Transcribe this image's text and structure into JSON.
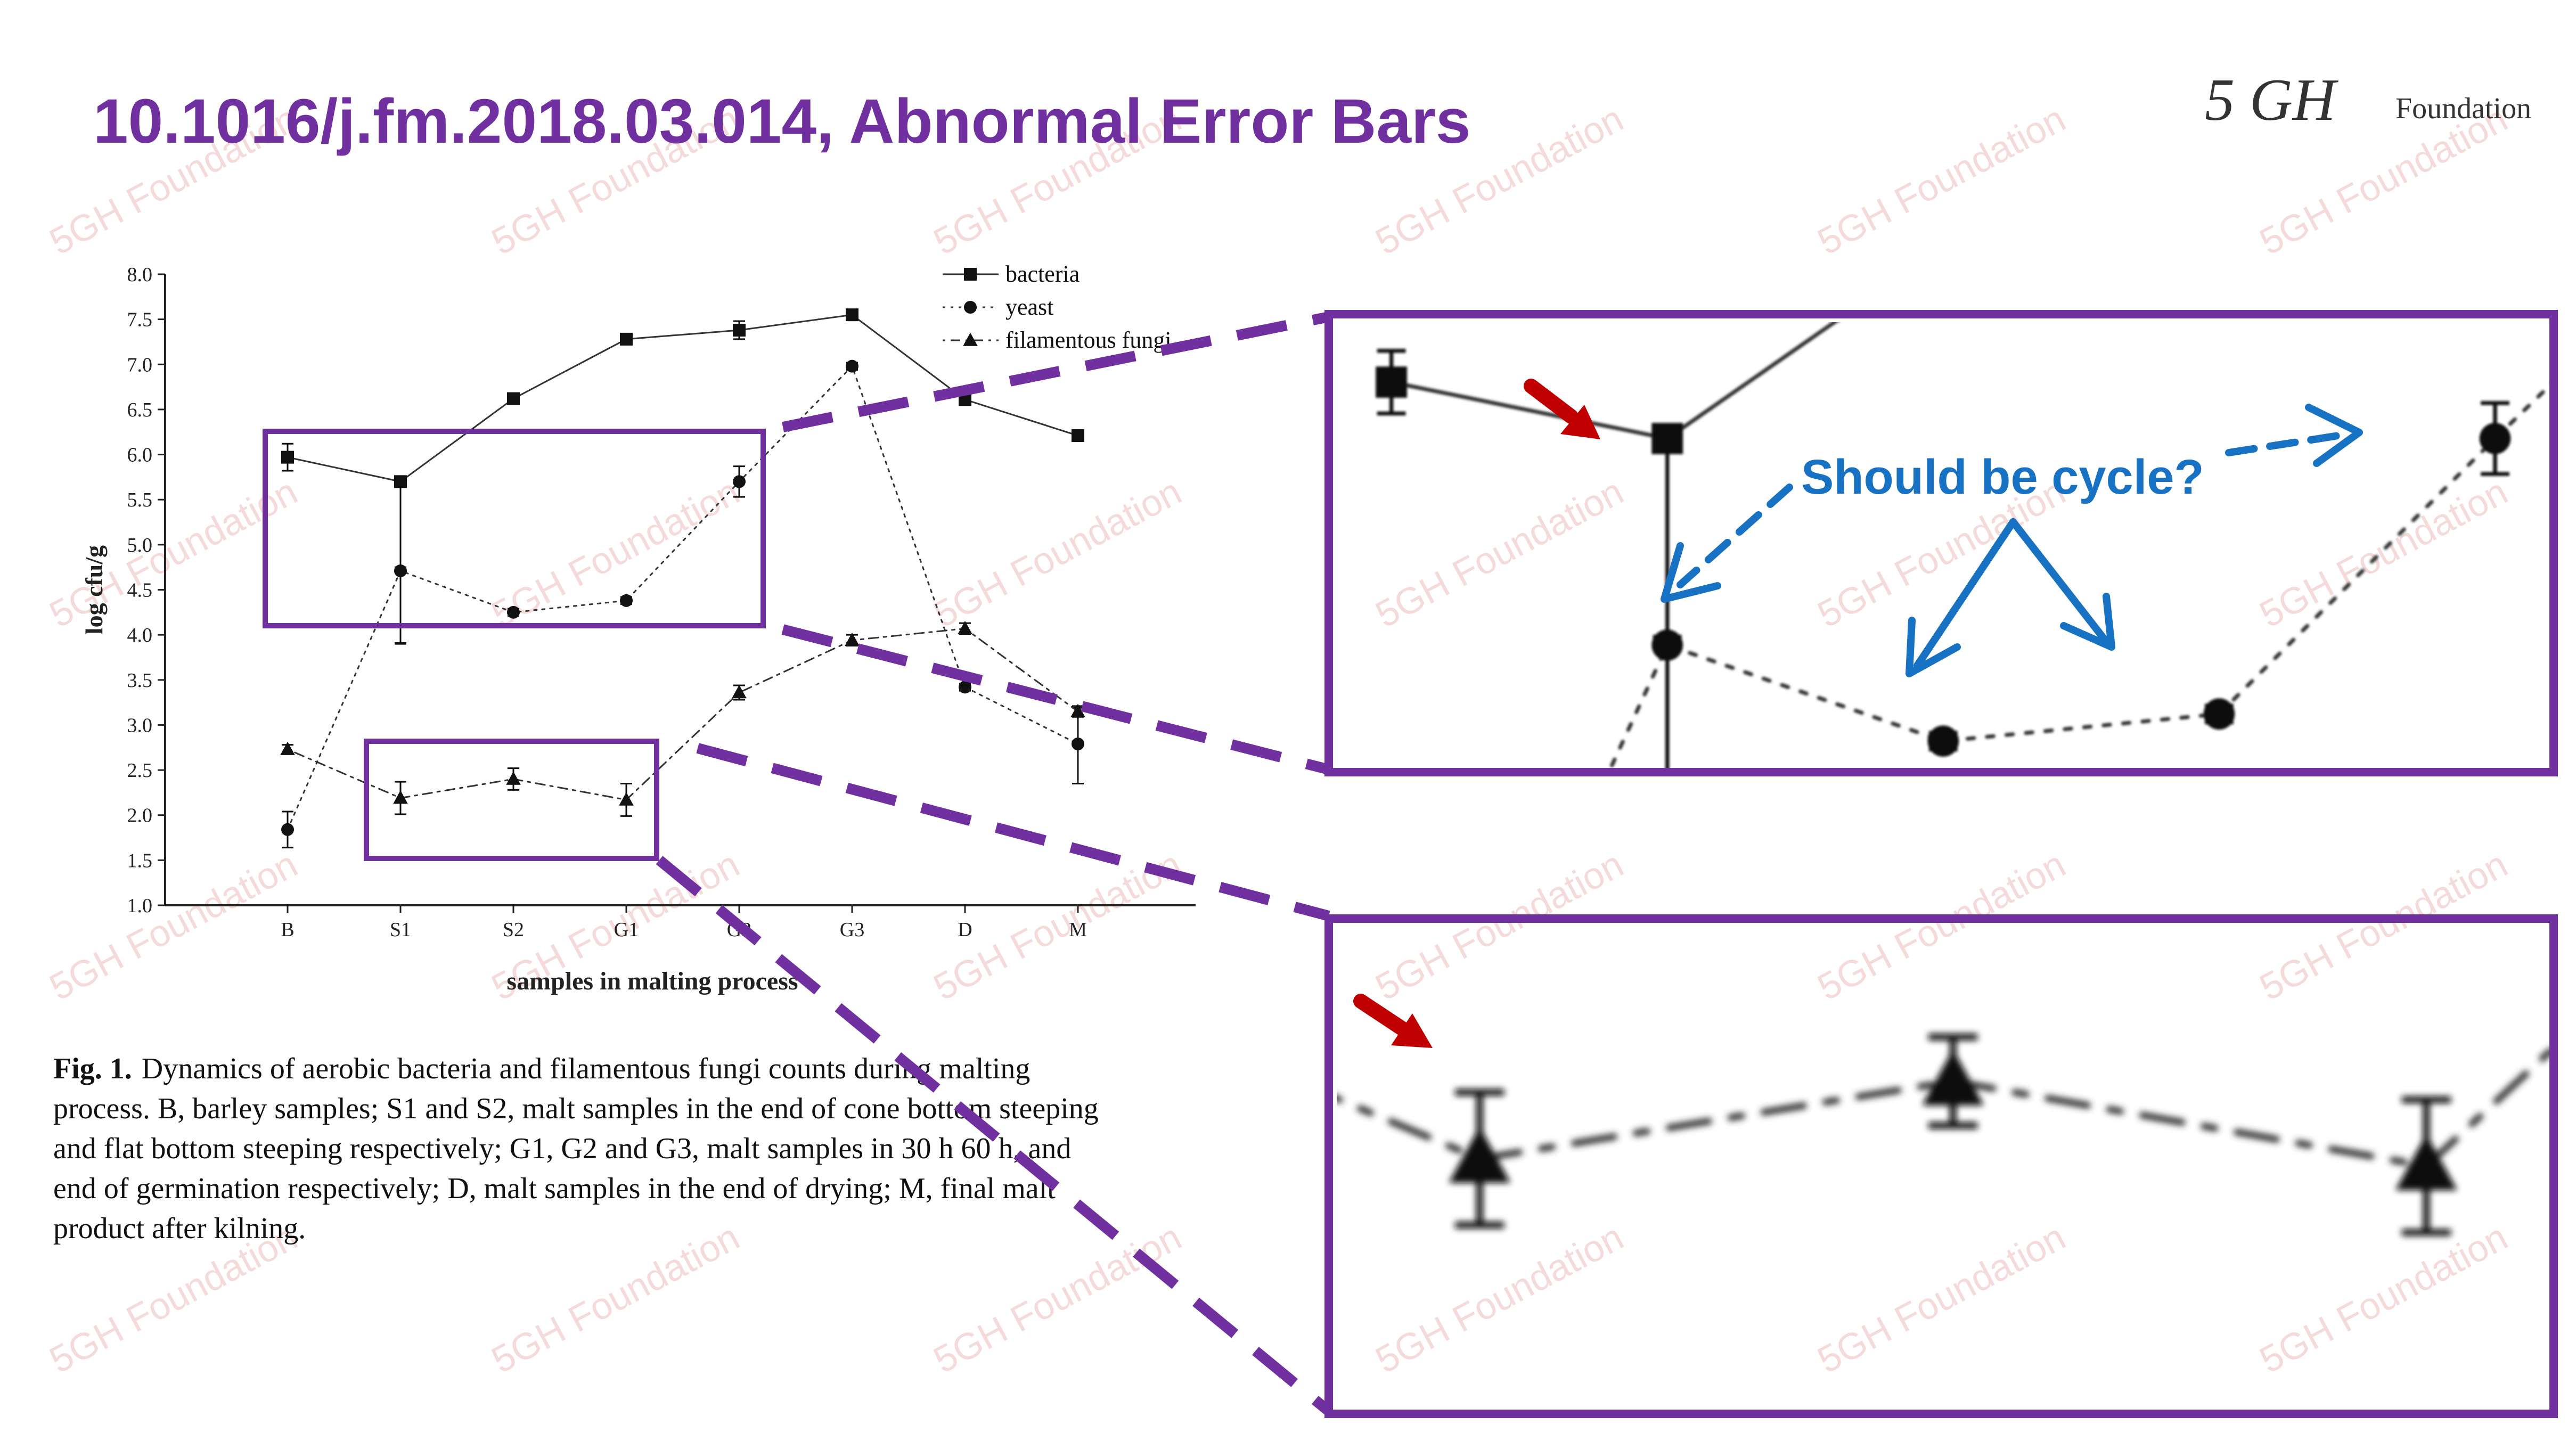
{
  "slide": {
    "title": "10.1016/j.fm.2018.03.014, Abnormal Error Bars",
    "logo_text": "5 GH",
    "logo_sub": "Foundation",
    "watermark": "5GH Foundation",
    "annotation": "Should be cycle?",
    "accent_color": "#7030a0",
    "annotation_color": "#1872c4",
    "arrow_color": "#c00000"
  },
  "caption": {
    "lead": "Fig. 1.",
    "lines": [
      "Dynamics of aerobic bacteria and filamentous fungi counts during malting",
      "process. B, barley samples; S1 and S2, malt samples in the end of cone bottom steeping",
      "and flat bottom steeping respectively; G1, G2 and G3, malt samples in 30 h 60 h, and",
      "end of germination respectively; D, malt samples in the end of drying; M, final malt",
      "product after kilning."
    ]
  },
  "chart_data": {
    "type": "line",
    "categories": [
      "B",
      "S1",
      "S2",
      "G1",
      "G2",
      "G3",
      "D",
      "M"
    ],
    "xlabel": "samples in malting process",
    "ylabel": "log cfu/g",
    "ylim": [
      1.0,
      8.0
    ],
    "yticks": [
      "1.0",
      "1.5",
      "2.0",
      "2.5",
      "3.0",
      "3.5",
      "4.0",
      "4.5",
      "5.0",
      "5.5",
      "6.0",
      "6.5",
      "7.0",
      "7.5",
      "8.0"
    ],
    "legend_position": "top-right",
    "grid": false,
    "series": [
      {
        "name": "bacteria",
        "marker": "square",
        "line": "solid",
        "values": [
          5.97,
          5.7,
          6.62,
          7.28,
          7.38,
          7.55,
          6.61,
          6.21
        ],
        "err_up": [
          0.15,
          0.05,
          0.04,
          0.04,
          0.1,
          0.04,
          0.04,
          0.04
        ],
        "err_down": [
          0.15,
          1.8,
          0.04,
          0.04,
          0.1,
          0.04,
          0.04,
          0.04
        ]
      },
      {
        "name": "yeast",
        "marker": "circle",
        "line": "dotted",
        "values": [
          1.84,
          4.71,
          4.25,
          4.38,
          5.7,
          6.98,
          3.42,
          2.79
        ],
        "err_up": [
          0.2,
          0.04,
          0.04,
          0.04,
          0.17,
          0.04,
          0.04,
          0.4
        ],
        "err_down": [
          0.2,
          0.8,
          0.04,
          0.04,
          0.17,
          0.04,
          0.04,
          0.44
        ]
      },
      {
        "name": "filamentous fungi",
        "marker": "triangle",
        "line": "dashdot",
        "values": [
          2.73,
          2.19,
          2.4,
          2.17,
          3.36,
          3.94,
          4.07,
          3.15
        ],
        "err_up": [
          0.05,
          0.18,
          0.12,
          0.18,
          0.08,
          0.06,
          0.06,
          0.06
        ],
        "err_down": [
          0.05,
          0.18,
          0.12,
          0.18,
          0.08,
          0.06,
          0.06,
          0.06
        ]
      }
    ]
  }
}
